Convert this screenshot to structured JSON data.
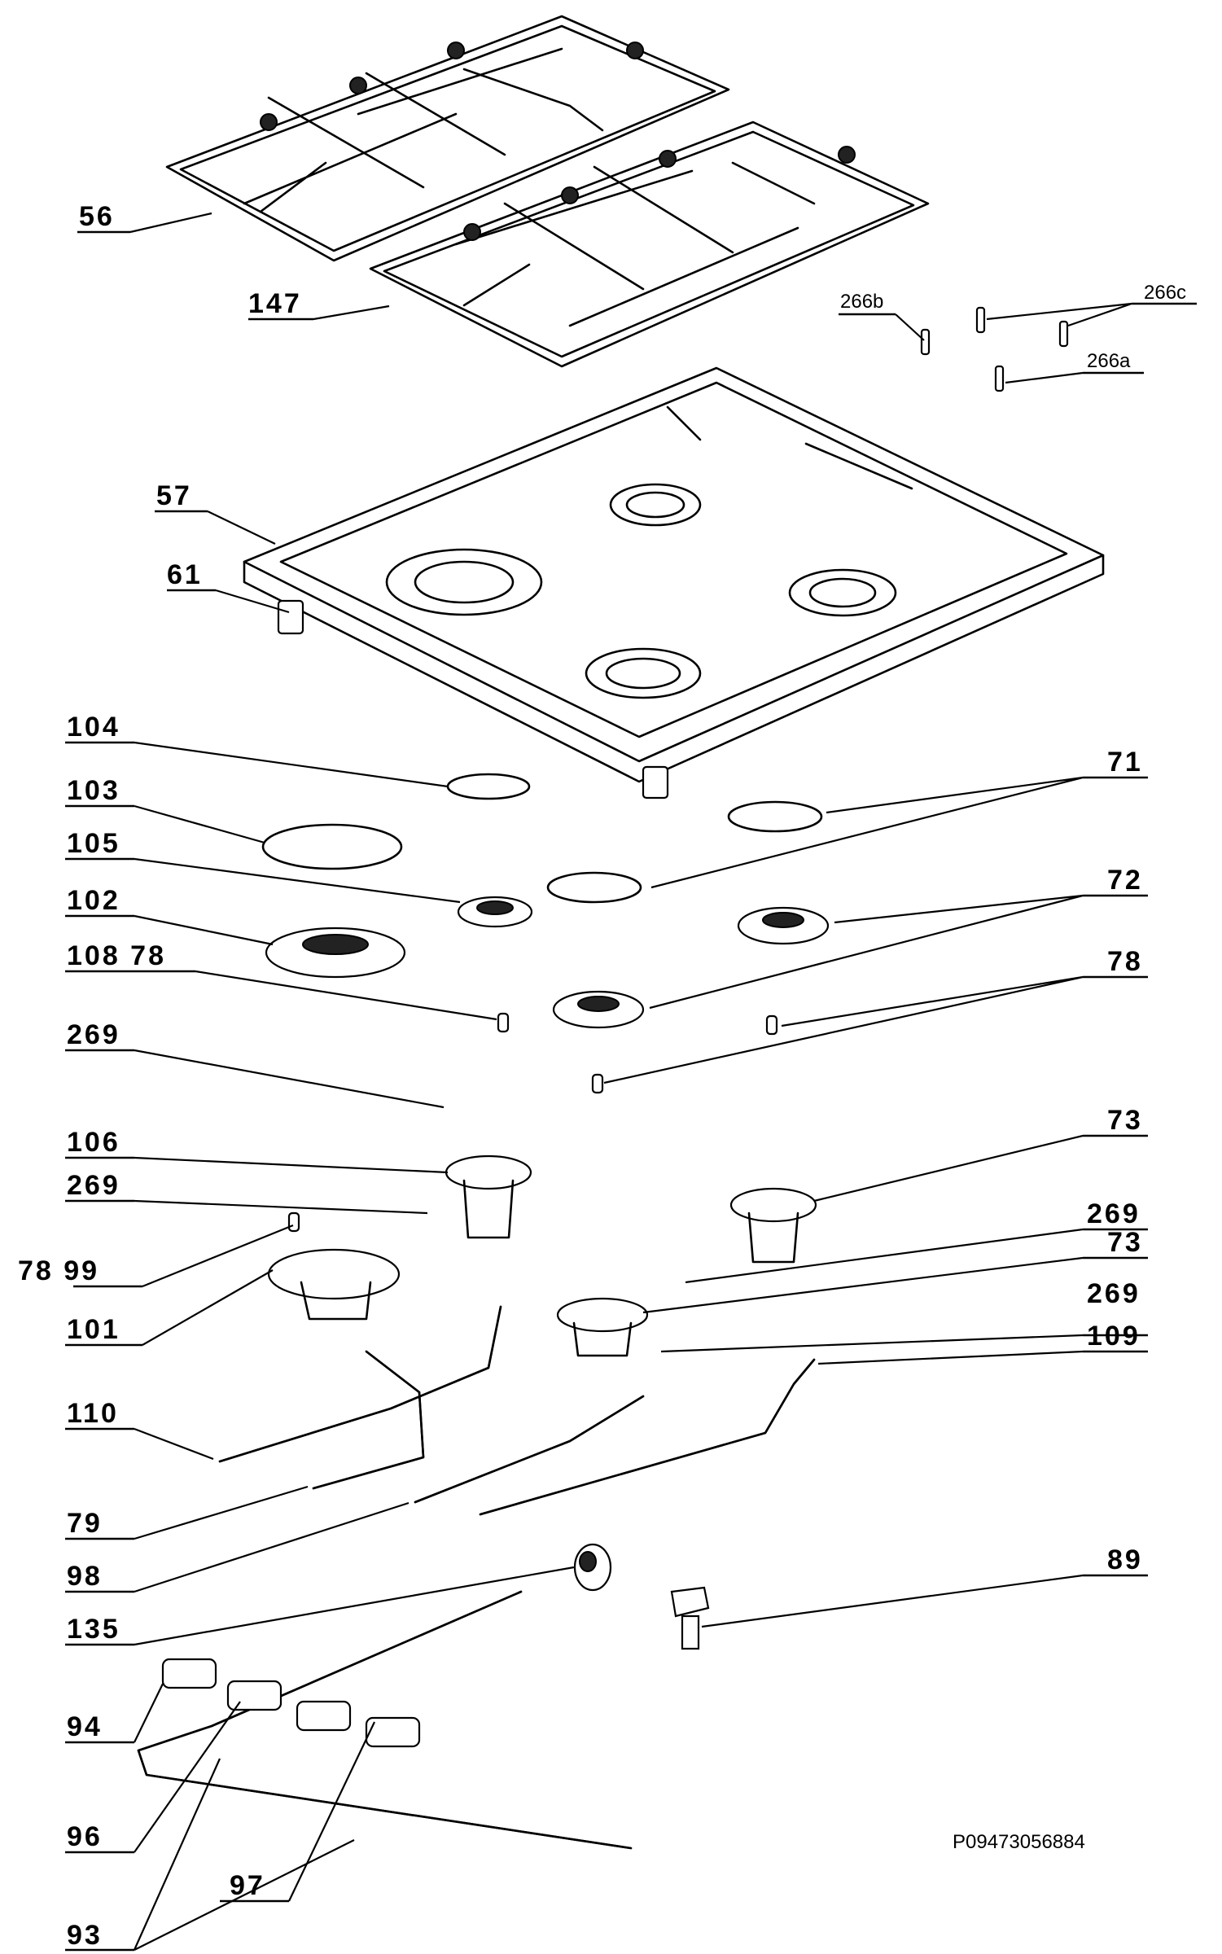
{
  "drawing_code": "P09473056884",
  "labels": {
    "56": "56",
    "147": "147",
    "57": "57",
    "61": "61",
    "266a": "266a",
    "266b": "266b",
    "266c": "266c",
    "104": "104",
    "103": "103",
    "105": "105",
    "102": "102",
    "108_78": "108 78",
    "269_a": "269",
    "106": "106",
    "269_b": "269",
    "78_99": "78 99",
    "101": "101",
    "110": "110",
    "79": "79",
    "98": "98",
    "135": "135",
    "94": "94",
    "96": "96",
    "93": "93",
    "97": "97",
    "71": "71",
    "72": "72",
    "78": "78",
    "73_a": "73",
    "269_c": "269",
    "73_b": "73",
    "269_d": "269",
    "109": "109",
    "89": "89"
  }
}
